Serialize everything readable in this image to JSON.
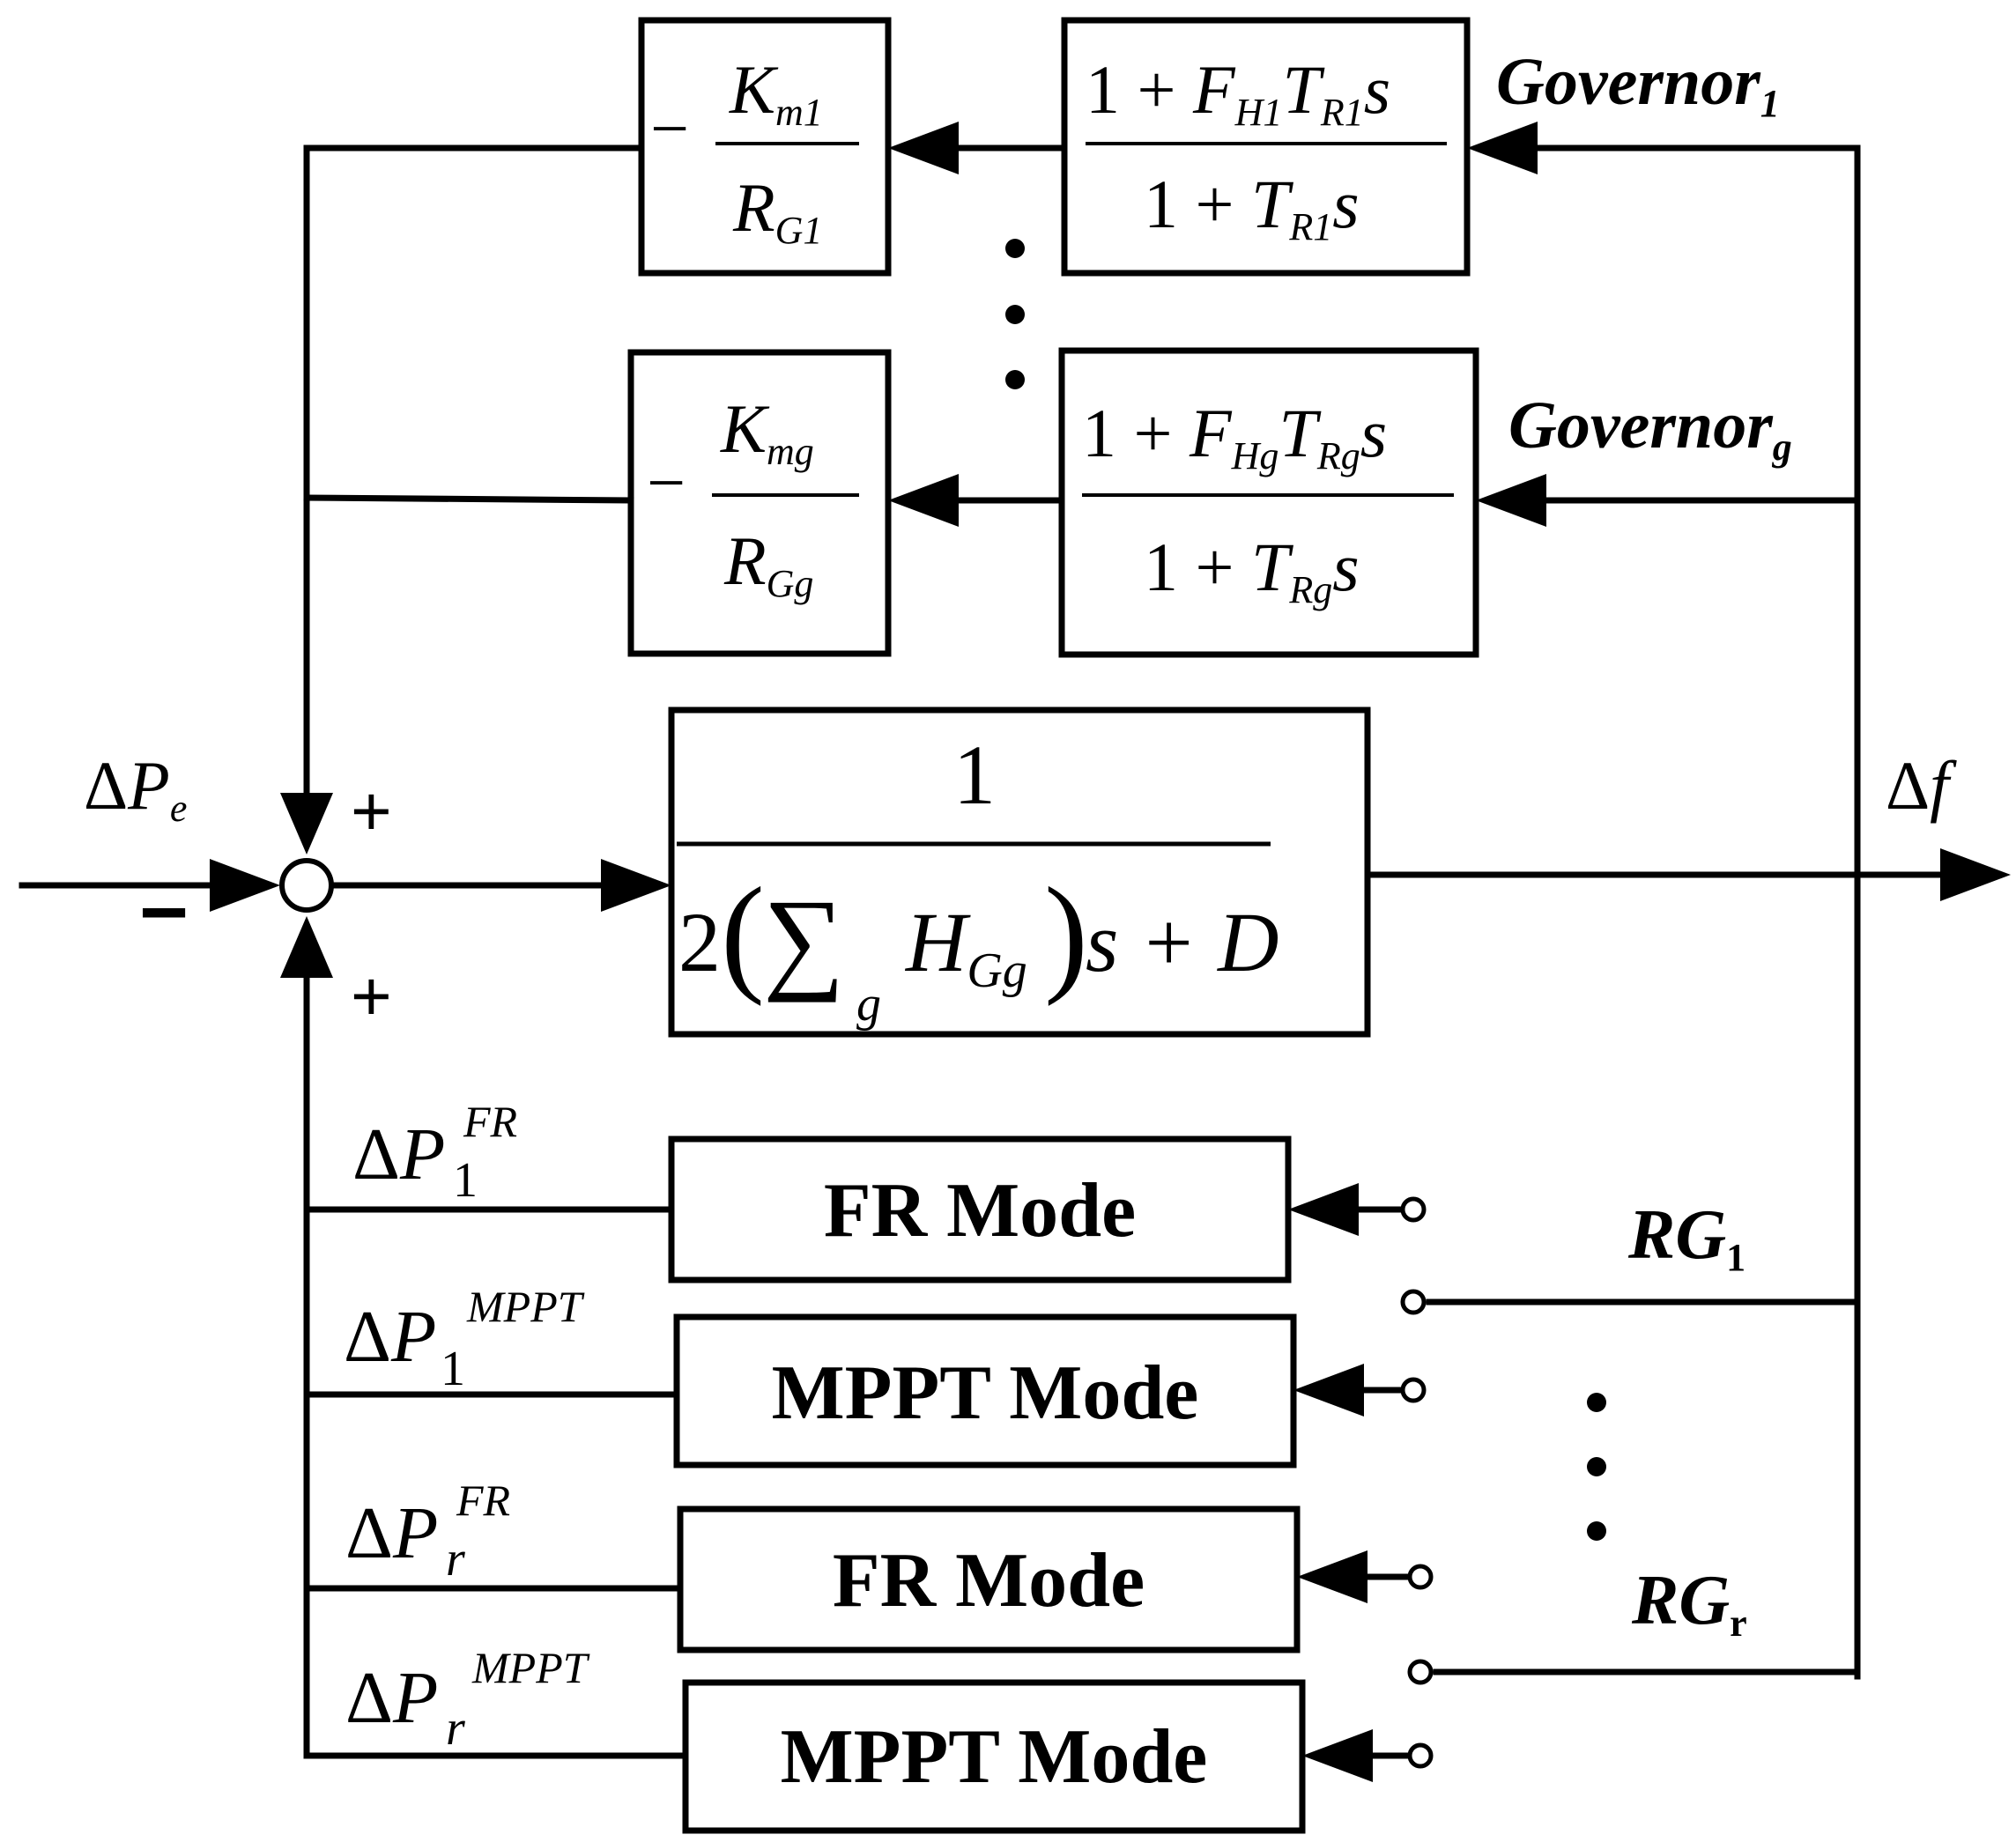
{
  "governor_1": {
    "label": "Governor",
    "label_sub": "1",
    "gain": {
      "sign": "−",
      "num_var": "K",
      "num_sub": "m1",
      "den_var": "R",
      "den_sub": "G1"
    },
    "lead_lag": {
      "num_prefix": "1 + ",
      "num_f": "F",
      "num_f_sub": "H1",
      "num_t": "T",
      "num_t_sub": "R1",
      "num_s": "s",
      "den_prefix": "1 + ",
      "den_t": "T",
      "den_t_sub": "R1",
      "den_s": "s"
    }
  },
  "governor_g": {
    "label": "Governor",
    "label_sub": "g",
    "gain": {
      "sign": "−",
      "num_var": "K",
      "num_sub": "mg",
      "den_var": "R",
      "den_sub": "Gg"
    },
    "lead_lag": {
      "num_prefix": "1 + ",
      "num_f": "F",
      "num_f_sub": "Hg",
      "num_t": "T",
      "num_t_sub": "Rg",
      "num_s": "s",
      "den_prefix": "1 + ",
      "den_t": "T",
      "den_t_sub": "Rg",
      "den_s": "s"
    }
  },
  "swing_block": {
    "numerator": "1",
    "den_two": "2",
    "den_sum": "∑",
    "den_sum_sub": "g",
    "den_h": "H",
    "den_h_sub": "Gg",
    "den_tail": "s + D",
    "paren_open": "(",
    "paren_close": ")"
  },
  "input": {
    "delta": "Δ",
    "var": "P",
    "sub": "e",
    "sign": "−"
  },
  "output": {
    "delta": "Δ",
    "var": "f"
  },
  "summer_signs": {
    "top": "+",
    "bottom": "+"
  },
  "rg_blocks": [
    {
      "mode": "FR Mode",
      "delta": "Δ",
      "var": "P",
      "sub": "1",
      "sup": "FR"
    },
    {
      "mode": "MPPT Mode",
      "delta": "Δ",
      "var": "P",
      "sub": "1",
      "sup": "MPPT"
    },
    {
      "mode": "FR Mode",
      "delta": "Δ",
      "var": "P",
      "sub": "r",
      "sup": "FR"
    },
    {
      "mode": "MPPT Mode",
      "delta": "Δ",
      "var": "P",
      "sub": "r",
      "sup": "MPPT"
    }
  ],
  "rg_labels": [
    {
      "prefix": "RG",
      "sub": "1"
    },
    {
      "prefix": "RG",
      "sub": "r"
    }
  ]
}
